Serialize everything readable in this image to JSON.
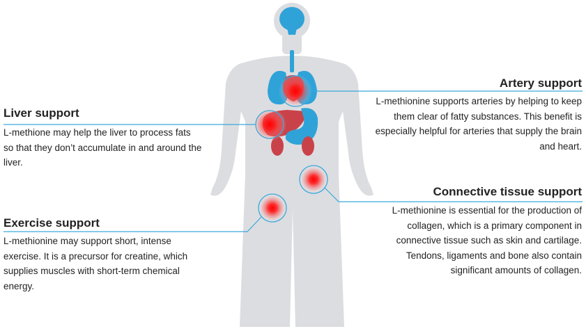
{
  "callouts": {
    "liver": {
      "title": "Liver support",
      "text": "L-methione may help the liver to process fats so that they don’t accumulate in and around the liver."
    },
    "exercise": {
      "title": "Exercise support",
      "text": "L-methionine may support short, intense exercise. It is a precursor for creatine, which supplies muscles with short-term chemical energy."
    },
    "artery": {
      "title": "Artery support",
      "text": "L-methionine supports arteries by helping to keep them clear of fatty substances. This benefit is especially helpful for arteries that supply the brain and heart."
    },
    "connective": {
      "title": "Connective tissue support",
      "text": "L-methionine is essential for the production of collagen, which is a primary component in connective tissue such as skin and cartilage. Tendons, ligaments and bone also contain significant amounts of collagen."
    }
  },
  "colors": {
    "body": "#dcdde0",
    "organ_blue": "#2fa3d8",
    "organ_red": "#c9424a",
    "hotspot_red": "#ff1a1a",
    "leader_line": "#3aa9dc"
  },
  "icons": {
    "brain": "brain-icon",
    "lungs": "lungs-icon",
    "heart": "heart-icon",
    "liver": "liver-icon",
    "stomach": "stomach-icon",
    "kidneys": "kidneys-icon"
  }
}
